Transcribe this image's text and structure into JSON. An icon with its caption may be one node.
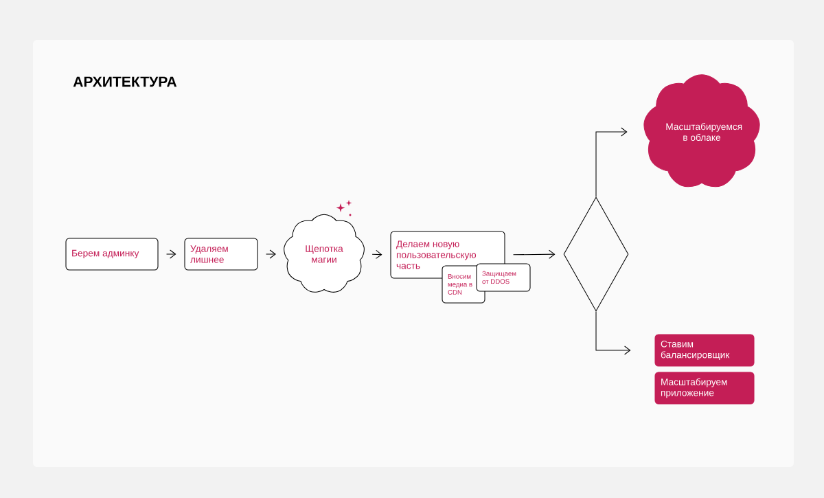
{
  "diagram": {
    "title": "АРХИТЕКТУРА",
    "nodes": [
      {
        "text": [
          "Берем админку"
        ]
      },
      {
        "text": [
          "Удаляем лишнее"
        ]
      },
      {
        "text": [
          "Щепотка магии"
        ]
      },
      {
        "text": [
          "Делаем новую пользовательскую часть"
        ]
      },
      {
        "text": [
          "Вносим медиа в CDN"
        ]
      },
      {
        "text": [
          "Защищаем от DDOS"
        ]
      },
      {
        "text": [],
        "shape": "diamond"
      },
      {
        "text": [
          "Масштабируемся в облаке"
        ]
      },
      {
        "text": [
          "Ставим балансировщик"
        ]
      },
      {
        "text": [
          "Масштабируем приложение"
        ]
      }
    ],
    "edges": [
      {
        "from": 0,
        "to": 1,
        "arrow": "to"
      },
      {
        "from": 1,
        "to": 2,
        "arrow": "to"
      },
      {
        "from": 2,
        "to": 3,
        "arrow": "to"
      },
      {
        "from": 3,
        "to": 6,
        "arrow": "to"
      },
      {
        "from": 6,
        "to": 7,
        "arrow": "to"
      },
      {
        "from": 6,
        "to": 8,
        "arrow": "to"
      }
    ]
  }
}
